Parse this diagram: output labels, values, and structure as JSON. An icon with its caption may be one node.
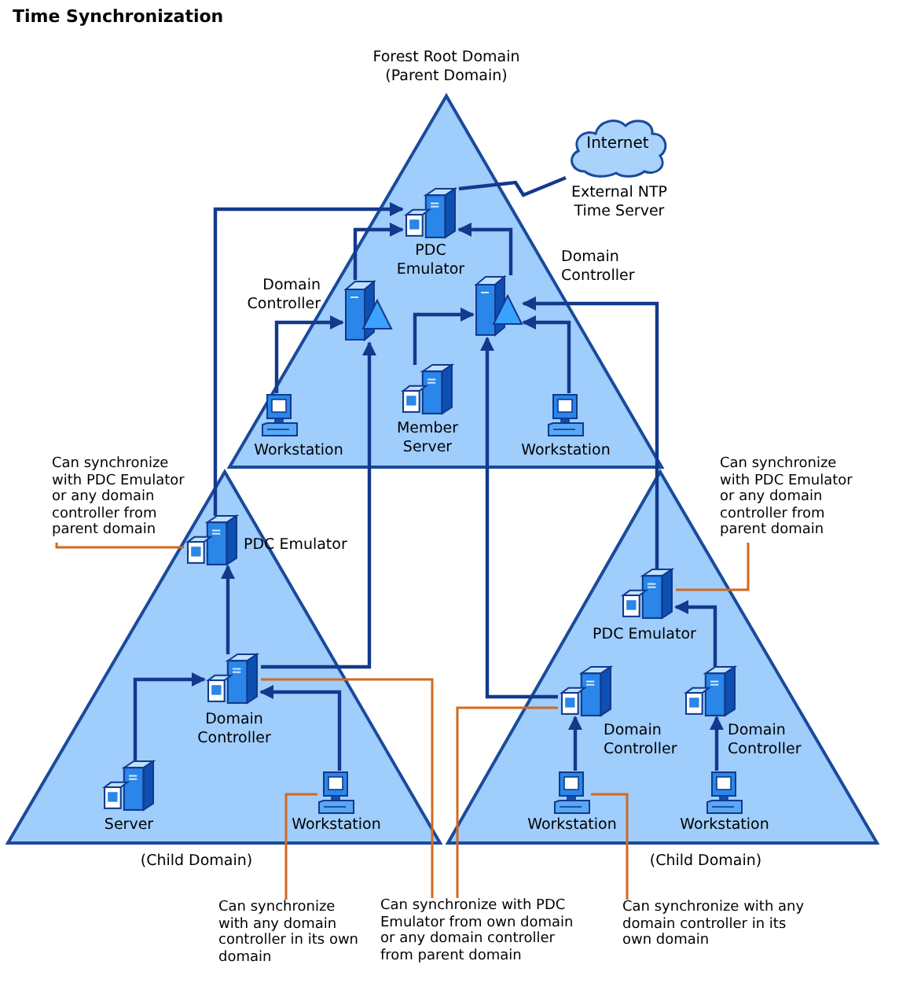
{
  "diagram": {
    "title": "Time Synchronization",
    "nodes": [
      {
        "text": [
          "Forest Root Domain (Parent Domain)"
        ]
      },
      {
        "text": [
          "Internet"
        ],
        "beside": [
          "External NTP Time Server"
        ]
      },
      {
        "text": [
          "PDC Emulator"
        ],
        "in": 0
      },
      {
        "text": [
          "Domain Controller"
        ],
        "in": 0
      },
      {
        "text": [
          "Domain Controller"
        ],
        "in": 0
      },
      {
        "text": [
          "Workstation"
        ],
        "in": 0
      },
      {
        "text": [
          "Member Server"
        ],
        "in": 0
      },
      {
        "text": [
          "Workstation"
        ],
        "in": 0
      },
      {
        "text": [
          "(Child Domain)"
        ]
      },
      {
        "text": [
          "PDC Emulator"
        ],
        "in": 8
      },
      {
        "text": [
          "Domain Controller"
        ],
        "in": 8
      },
      {
        "text": [
          "Server"
        ],
        "in": 8
      },
      {
        "text": [
          "Workstation"
        ],
        "in": 8
      },
      {
        "text": [
          "(Child Domain)"
        ]
      },
      {
        "text": [
          "PDC Emulator"
        ],
        "in": 13
      },
      {
        "text": [
          "Domain Controller"
        ],
        "in": 13
      },
      {
        "text": [
          "Domain Controller"
        ],
        "in": 13
      },
      {
        "text": [
          "Workstation"
        ],
        "in": 13
      },
      {
        "text": [
          "Workstation"
        ],
        "in": 13
      },
      {
        "text": [
          "Can synchronize with PDC Emulator or any domain controller from parent domain"
        ]
      },
      {
        "text": [
          "Can synchronize with PDC Emulator or any domain controller from parent domain"
        ]
      },
      {
        "text": [
          "Can synchronize with any domain controller in its own domain"
        ]
      },
      {
        "text": [
          "Can synchronize with PDC Emulator from own domain or any domain controller from parent domain"
        ]
      },
      {
        "text": [
          "Can synchronize with any domain controller in its own domain"
        ]
      }
    ],
    "edges": [
      {
        "from": 2,
        "to": 1,
        "arrow": "none"
      },
      {
        "from": 3,
        "to": 2,
        "arrow": "to"
      },
      {
        "from": 4,
        "to": 2,
        "arrow": "to"
      },
      {
        "from": 5,
        "to": 3,
        "arrow": "to"
      },
      {
        "from": 6,
        "to": 4,
        "arrow": "to"
      },
      {
        "from": 7,
        "to": 4,
        "arrow": "to"
      },
      {
        "from": 9,
        "to": 2,
        "arrow": "to"
      },
      {
        "from": 10,
        "to": 3,
        "arrow": "to"
      },
      {
        "from": 10,
        "to": 9,
        "arrow": "to"
      },
      {
        "from": 11,
        "to": 10,
        "arrow": "to"
      },
      {
        "from": 12,
        "to": 10,
        "arrow": "to"
      },
      {
        "from": 14,
        "to": 4,
        "arrow": "to"
      },
      {
        "from": 15,
        "to": 4,
        "arrow": "to"
      },
      {
        "from": 16,
        "to": 14,
        "arrow": "to"
      },
      {
        "from": 17,
        "to": 15,
        "arrow": "to"
      },
      {
        "from": 18,
        "to": 16,
        "arrow": "to"
      },
      {
        "from": 19,
        "to": 9,
        "arrow": "none",
        "color": "#d2691e"
      },
      {
        "from": 20,
        "to": 14,
        "arrow": "none",
        "color": "#d2691e"
      },
      {
        "from": 21,
        "to": 12,
        "arrow": "none",
        "color": "#d2691e"
      },
      {
        "from": 22,
        "to": 10,
        "arrow": "none",
        "color": "#d2691e"
      },
      {
        "from": 22,
        "to": 15,
        "arrow": "none",
        "color": "#d2691e"
      },
      {
        "from": 23,
        "to": 17,
        "arrow": "none",
        "color": "#d2691e"
      }
    ]
  }
}
